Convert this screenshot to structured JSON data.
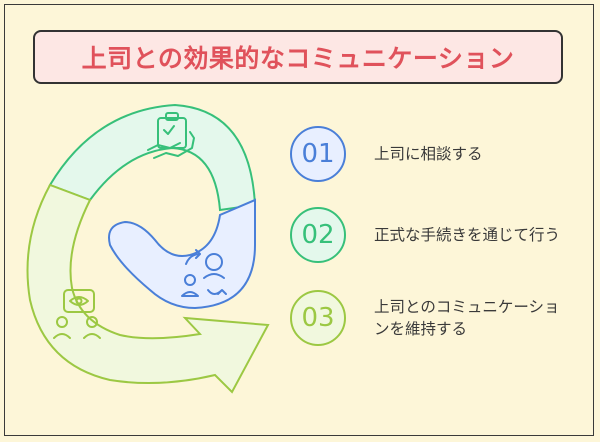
{
  "title": "上司との効果的なコミュニケーション",
  "colors": {
    "background": "#fdf6d8",
    "title_text": "#e0525b",
    "title_bg": "#fde7e4",
    "step1": "#4a7fd8",
    "step1_fill": "#e8efff",
    "step2": "#37c07a",
    "step2_fill": "#e4f8ec",
    "step3": "#9cc843",
    "step3_fill": "#f1f8de"
  },
  "icons": [
    "clipboard-hand-icon",
    "people-exchange-icon",
    "eye-people-icon"
  ],
  "steps": [
    {
      "number": "01",
      "label": "上司に相談する"
    },
    {
      "number": "02",
      "label": "正式な手続きを通じて行う"
    },
    {
      "number": "03",
      "label": "上司とのコミュニケーションを維持する"
    }
  ]
}
